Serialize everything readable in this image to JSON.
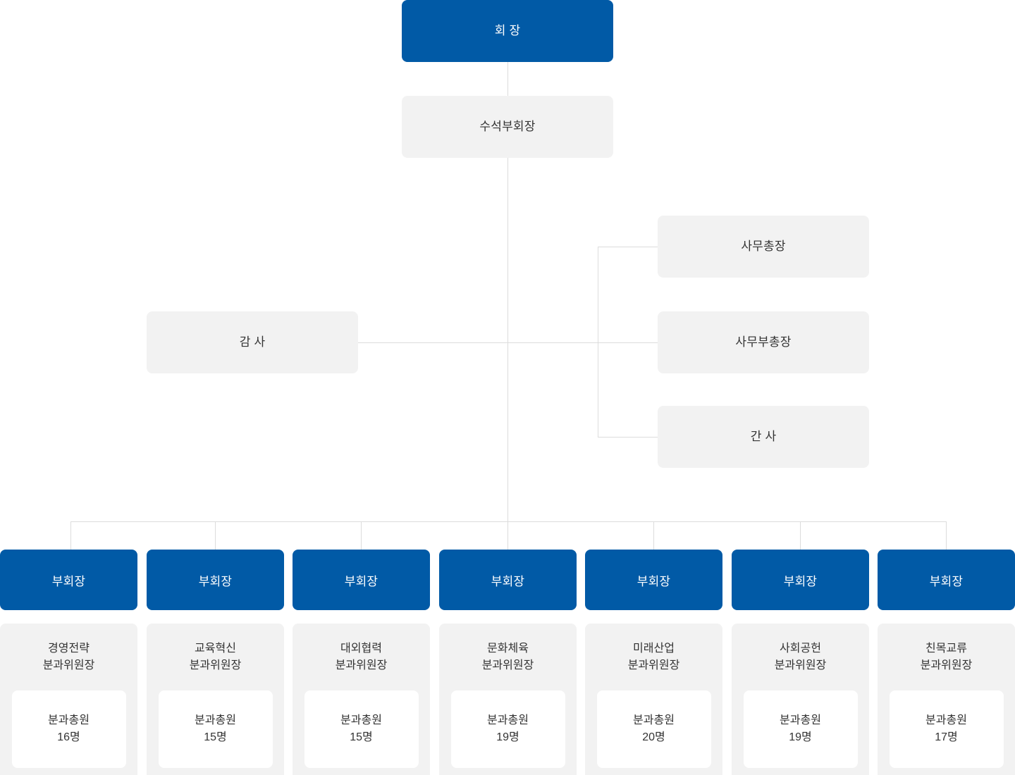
{
  "meta": {
    "title": "조직도",
    "colors": {
      "primary_blue": "#015AA6",
      "panel_gray": "#F2F2F2",
      "inner_white": "#FFFFFF",
      "line_gray": "#DCDCDC",
      "text_dark": "#333333",
      "text_light": "#FFFFFF"
    }
  },
  "top": {
    "chairman": "회 장",
    "senior_vice_chairman": "수석부회장"
  },
  "staff": {
    "auditor": "감 사",
    "secretary_general": "사무총장",
    "deputy_secretary_general": "사무부총장",
    "clerk": "간 사"
  },
  "vice_chairmen": [
    {
      "head": "부회장",
      "committee": "경영전략\n분과위원장",
      "count_label": "분과총원",
      "count_value": "16명"
    },
    {
      "head": "부회장",
      "committee": "교육혁신\n분과위원장",
      "count_label": "분과총원",
      "count_value": "15명"
    },
    {
      "head": "부회장",
      "committee": "대외협력\n분과위원장",
      "count_label": "분과총원",
      "count_value": "15명"
    },
    {
      "head": "부회장",
      "committee": "문화체육\n분과위원장",
      "count_label": "분과총원",
      "count_value": "19명"
    },
    {
      "head": "부회장",
      "committee": "미래산업\n분과위원장",
      "count_label": "분과총원",
      "count_value": "20명"
    },
    {
      "head": "부회장",
      "committee": "사회공헌\n분과위원장",
      "count_label": "분과총원",
      "count_value": "19명"
    },
    {
      "head": "부회장",
      "committee": "친목교류\n분과위원장",
      "count_label": "분과총원",
      "count_value": "17명"
    }
  ]
}
